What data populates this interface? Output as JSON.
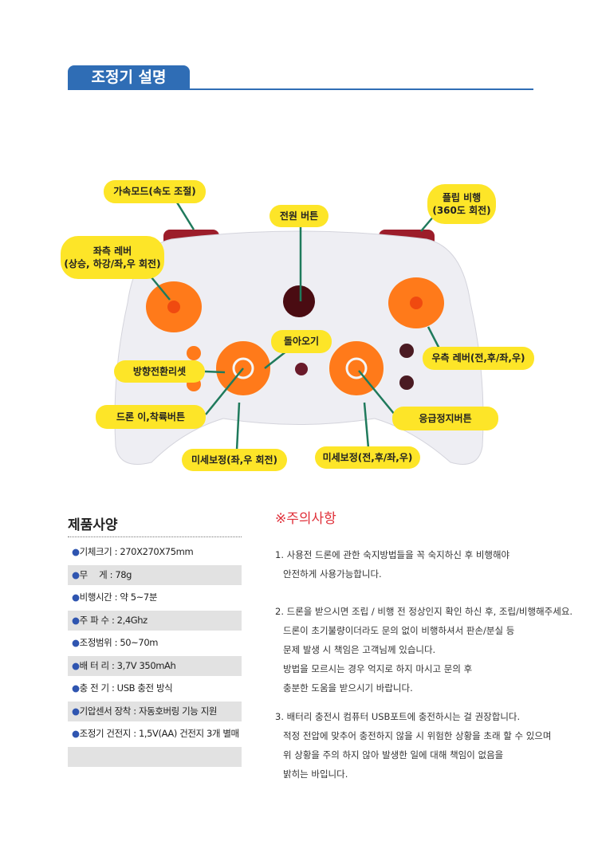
{
  "header": {
    "title": "조정기 설명"
  },
  "controller_labels": {
    "speed_mode": "가속모드(속도 조절)",
    "power": "전원 버튼",
    "flip_1": "플립 비행",
    "flip_2": "(360도 회전)",
    "left_lever_1": "좌측 레버",
    "left_lever_2": "(상승, 하강/좌,우 회전)",
    "return": "돌아오기",
    "headless_reset": "방향전환리셋",
    "right_lever": "우측 레버(전,후/좌,우)",
    "takeoff_landing": "드론 이,착륙버튼",
    "emergency_stop": "응급정지버튼",
    "trim_rotate": "미세보정(좌,우 회전)",
    "trim_move": "미세보정(전,후/좌,우)"
  },
  "specs": {
    "title": "제품사양",
    "rows": [
      "기체크기 : 270X270X75mm",
      "무　 게 : 78g",
      "비행시간 : 약 5~7분",
      "주 파 수 : 2,4Ghz",
      "조정범위 : 50~70m",
      "배 터 리 : 3,7V 350mAh",
      "충 전 기 : USB 충전 방식",
      "기압센서 장착 : 자동호버링 기능 지원",
      "조정기 건전지 : 1,5V(AA) 건전지 3개 별매",
      ""
    ]
  },
  "notes": {
    "title": "※주의사항",
    "items": [
      [
        "1. 사용전 드론에 관한 숙지방법들을 꼭 숙지하신 후 비행해야",
        "안전하게 사용가능합니다."
      ],
      [
        "2. 드론을 받으시면 조립 / 비행 전 정상인지 확인 하신 후, 조립/비행해주세요.",
        "드론이 초기불량이더라도 문의 없이 비행하셔서 판손/분실 등",
        "문제 발생 시 책임은 고객님께 있습니다.",
        "방법을 모르시는 경우 억지로 하지 마시고 문의 후",
        "충분한 도움을 받으시기 바랍니다."
      ],
      [
        "3. 배터리 충전시 컴퓨터 USB포트에 충전하시는 걸 권장합니다.",
        "적정 전압에 맞추어 충전하지 않을 시 위험한 상황을 초래 할 수 있으며",
        "위 상황을 주의 하지 않아 발생한 일에 대해 책임이 없음을",
        "밝히는 바입니다."
      ]
    ]
  },
  "colors": {
    "accent": "#2f6db5",
    "label": "#fde528",
    "leader": "#1f7a5c",
    "orange": "#ff7a1a",
    "warning": "#e0303a"
  }
}
